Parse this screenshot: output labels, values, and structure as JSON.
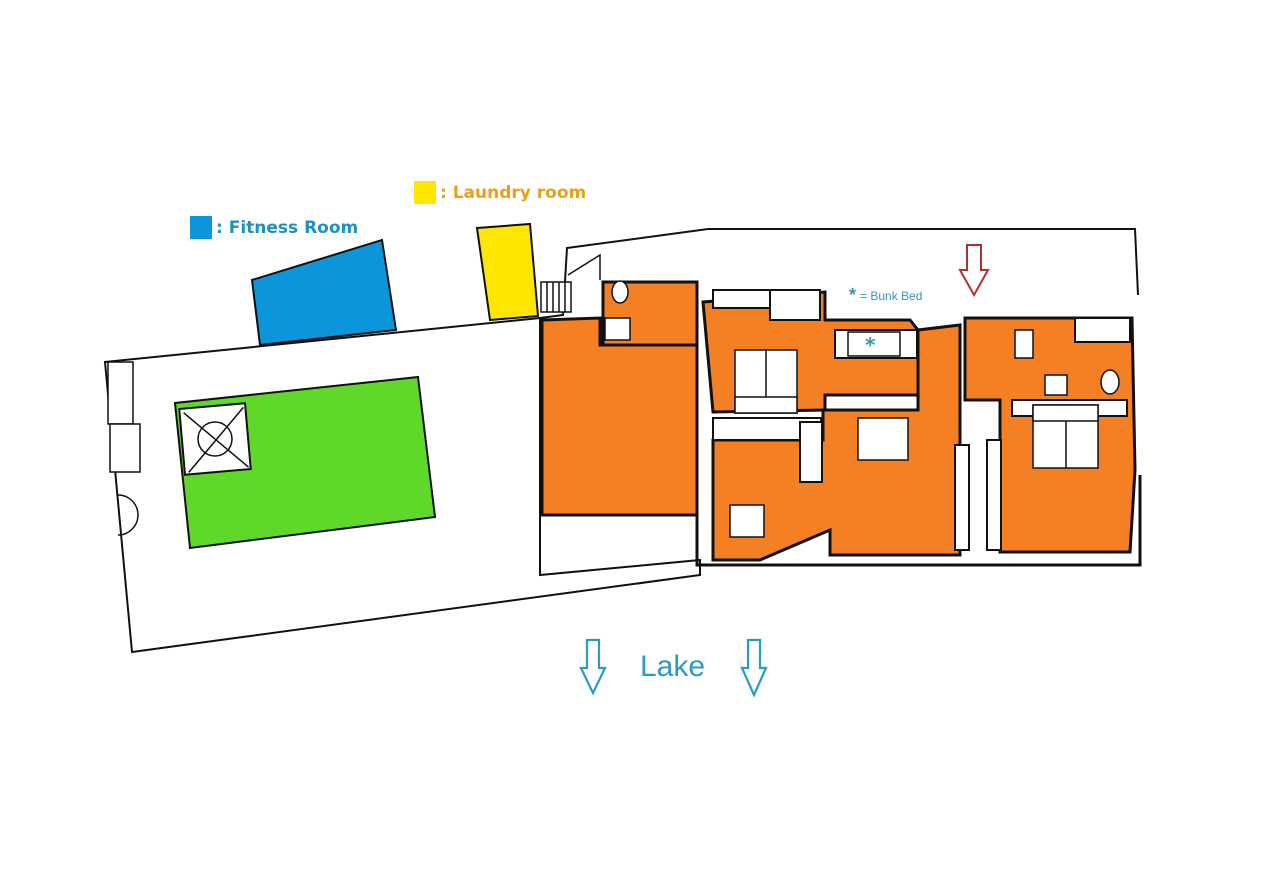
{
  "legend": {
    "laundry": {
      "label": ": Laundry room",
      "color": "#ffe600",
      "text_color": "#e8a21a"
    },
    "fitness": {
      "label": ": Fitness Room",
      "color": "#0b96dc",
      "text_color": "#1f8fc4"
    }
  },
  "bunk_note": {
    "symbol": "*",
    "text": "= Bunk Bed",
    "color": "#3a95b5"
  },
  "lake_label": "Lake",
  "colors": {
    "apartment": "#f58023",
    "garden": "#5fd82a",
    "laundry": "#ffe600",
    "fitness": "#0b96dc",
    "entrance_arrow": "#b03030",
    "lake_arrow": "#2a9bc4",
    "wall": "#111111"
  },
  "icons": [
    "entrance-arrow-icon",
    "lake-arrow-icon",
    "bunk-bed-star-icon",
    "bed-icon",
    "table-icon",
    "toilet-icon"
  ]
}
